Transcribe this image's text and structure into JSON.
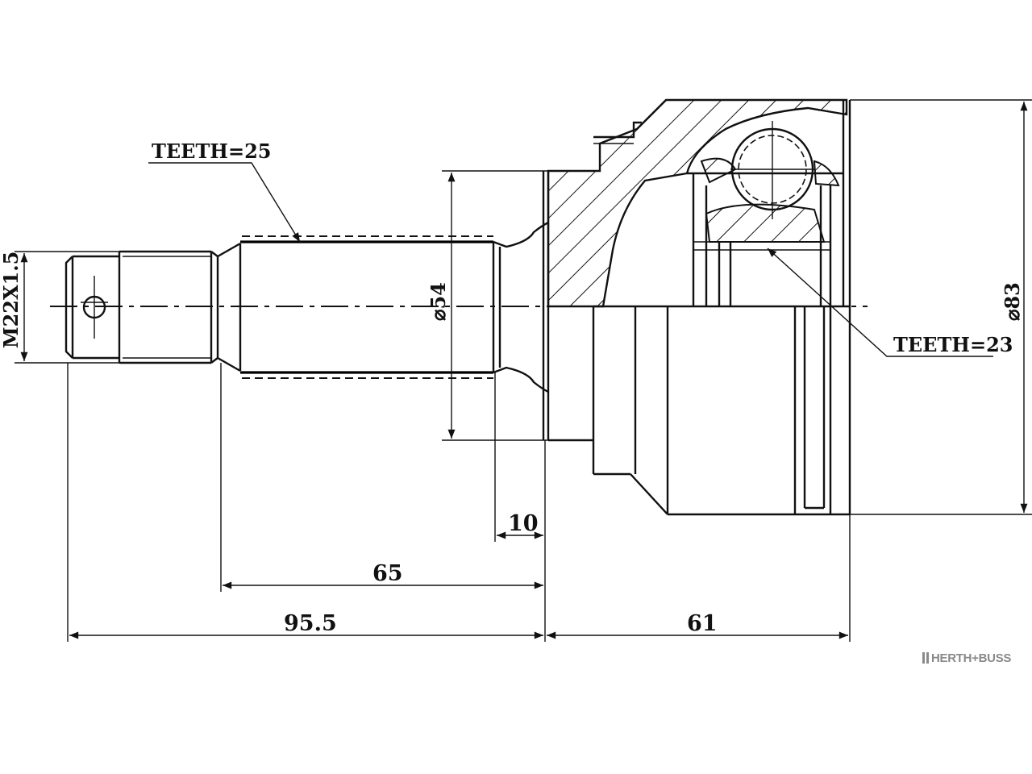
{
  "labels": {
    "teeth_shaft": "TEETH=25",
    "teeth_inner": "TEETH=23",
    "thread": "M22X1.5",
    "dia_shaft": "⌀54",
    "dia_outer": "⌀83"
  },
  "dimensions": {
    "d10": "10",
    "d65": "65",
    "d95_5": "95.5",
    "d61": "61"
  },
  "brand": {
    "name": "HERTH+BUSS",
    "color": "#8a8a8a"
  }
}
